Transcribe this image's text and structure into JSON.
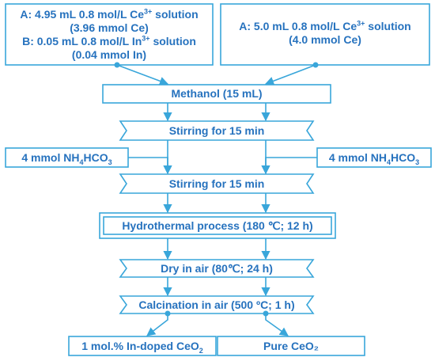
{
  "colors": {
    "stroke": "#39a6da",
    "text": "#2672be"
  },
  "nodes": {
    "solution_a_doped": {
      "line1": {
        "pre": "A: 4.95 mL 0.8 mol/L Ce",
        "sup": "3+",
        "post": " solution"
      },
      "line2": "(3.96 mmol Ce)",
      "line3": {
        "pre": "B: 0.05 mL 0.8 mol/L In",
        "sup": "3+",
        "post": " solution"
      },
      "line4": "(0.04 mmol In)"
    },
    "solution_a_pure": {
      "line1": {
        "pre": "A: 5.0 mL 0.8 mol/L Ce",
        "sup": "3+",
        "post": " solution"
      },
      "line2": "(4.0 mmol Ce)"
    },
    "methanol": "Methanol (15 mL)",
    "stirring_1": "Stirring for 15 min",
    "nh4hco3_left": {
      "pre": "4 mmol NH",
      "sub1": "4",
      "mid": "HCO",
      "sub2": "3"
    },
    "nh4hco3_right": {
      "pre": "4 mmol NH",
      "sub1": "4",
      "mid": "HCO",
      "sub2": "3"
    },
    "stirring_2": "Stirring for 15 min",
    "hydrothermal": "Hydrothermal process (180 ℃; 12 h)",
    "dry": "Dry in air (80℃; 24 h)",
    "calcination": "Calcination in air (500 ºC; 1 h)",
    "product_doped": {
      "pre": "1 mol.% In-doped CeO",
      "sub": "2"
    },
    "product_pure": "Pure CeO₂"
  }
}
